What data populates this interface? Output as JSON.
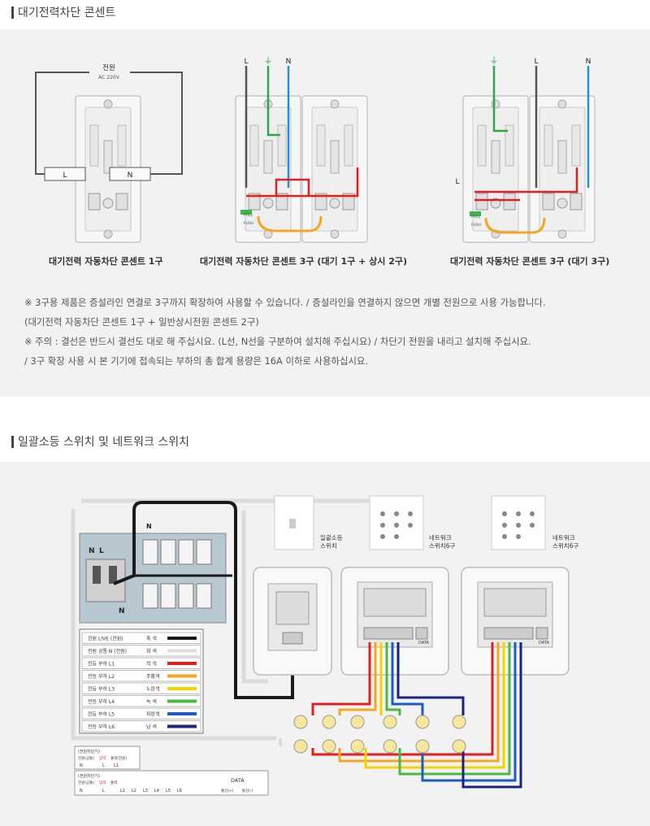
{
  "section1": {
    "title": "대기전력차단 콘센트",
    "diagram1": {
      "power_label": "전원",
      "power_sub": "AC 220V",
      "l": "L",
      "n": "N"
    },
    "diagram2": {
      "l": "L",
      "n": "N",
      "pull": "PULL",
      "push": "PUSH"
    },
    "diagram3": {
      "l": "L",
      "n": "N",
      "left_l": "L",
      "pull": "PULL",
      "push": "PUSH"
    },
    "captions": [
      "대기전력 자동차단 콘센트 1구",
      "대기전력 자동차단 콘센트 3구 (대기 1구 + 상시 2구)",
      "대기전력 자동차단 콘센트 3구 (대기 3구)"
    ],
    "notes": [
      "※ 3구용 제품은 증설라인 연결로 3구까지 확장하여 사용할 수 있습니다. / 증설라인을 연결하지 않으면 개별 전원으로 사용 가능합니다.",
      "(대기전력 자동차단 콘센트 1구 + 일반상시전원 콘센트 2구)",
      "※ 주의 : 결선은 반드시 결선도 대로 해 주십시요. (L선, N선을 구분하여 설치해 주십시요) / 차단기 전원을 내리고 설치해 주십시요.",
      "/ 3구 확장 사용 시 본 기기에 접속되는 부하의 총 합계 용량은 16A 이하로 사용하십시요."
    ]
  },
  "section2": {
    "title": "일괄소등 스위치 및 네트워크 스위치",
    "panel": {
      "n": "N",
      "l": "L",
      "n2": "N",
      "n_top": "N"
    },
    "devices": [
      {
        "label1": "일괄소등",
        "label2": "스위치"
      },
      {
        "label1": "네트워크",
        "label2": "스위치6구"
      },
      {
        "label1": "네트워크",
        "label2": "스위치6구"
      }
    ],
    "data_label": "DATA",
    "legend": [
      {
        "name": "전원 LIVE (전원)",
        "color_name": "흑  색",
        "color": "#1a1a1a"
      },
      {
        "name": "전원 공통 N (전원)",
        "color_name": "회  색",
        "color": "#dcdcdc"
      },
      {
        "name": "전등 부하 L1",
        "color_name": "적  색",
        "color": "#e02020"
      },
      {
        "name": "전등 부하 L2",
        "color_name": "주황색",
        "color": "#f5a623"
      },
      {
        "name": "전등 부하 L3",
        "color_name": "노란색",
        "color": "#f2d400"
      },
      {
        "name": "전등 부하 L4",
        "color_name": "녹  색",
        "color": "#4cb848"
      },
      {
        "name": "전등 부하 L5",
        "color_name": "파란색",
        "color": "#1e5bc6"
      },
      {
        "name": "전등 부하 L6",
        "color_name": "남  색",
        "color": "#1a237e"
      }
    ],
    "terminal1": {
      "title": "(전원차단기)",
      "labels": [
        "전원(공통)",
        "입력",
        "출력(전원)"
      ],
      "pins": [
        "N",
        "L",
        "L1"
      ]
    },
    "terminal2": {
      "title": "(전원차단기)",
      "labels": [
        "전원(공통)",
        "입력",
        "출력"
      ],
      "pins": [
        "N",
        "L",
        "L1",
        "L2",
        "L3",
        "L4",
        "L5",
        "L6"
      ],
      "data": "DATA",
      "data_pins": [
        "통신(+)",
        "통신(-)"
      ]
    }
  }
}
